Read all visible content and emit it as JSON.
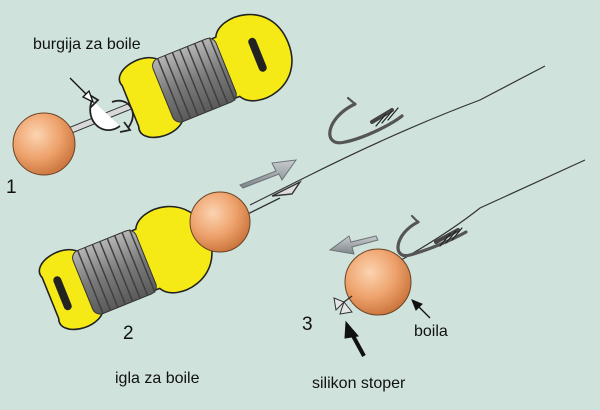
{
  "labels": {
    "drill": "burgija za boile",
    "needle": "igla za boile",
    "stopper": "silikon stoper",
    "boilie": "boila"
  },
  "steps": [
    "1",
    "2",
    "3"
  ],
  "colors": {
    "background": "#cfe3dc",
    "boilie": "#eea26c",
    "handle": "#f5ea16",
    "grip": "#8a8a8a",
    "line": "#333333",
    "arrow": "#9aa0a4"
  }
}
